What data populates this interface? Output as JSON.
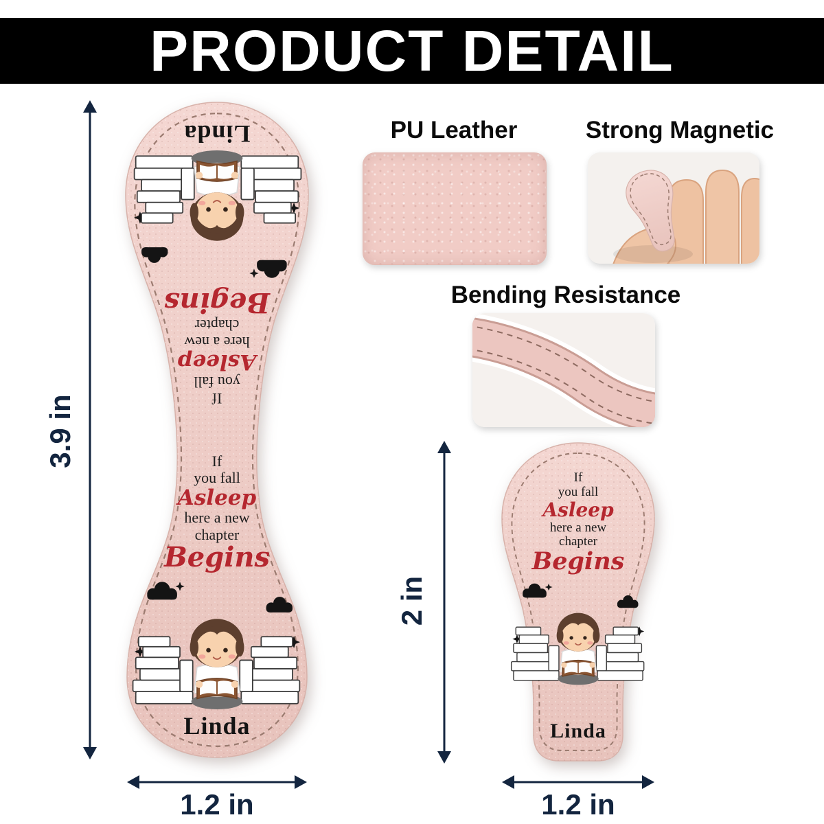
{
  "header": {
    "title": "PRODUCT DETAIL"
  },
  "features": {
    "pu_leather": {
      "label": "PU Leather"
    },
    "strong_magnetic": {
      "label": "Strong Magnetic"
    },
    "bending_resistance": {
      "label": "Bending Resistance"
    }
  },
  "bookmark": {
    "name": "Linda",
    "quote": {
      "line1": "If",
      "line2": "you fall",
      "script1": "Asleep",
      "line3": "here a new",
      "line4": "chapter",
      "script2": "Begins"
    }
  },
  "dimensions": {
    "unfolded_height": "3.9 in",
    "unfolded_width": "1.2 in",
    "folded_height": "2 in",
    "folded_width": "1.2 in"
  },
  "colors": {
    "leather_pink": "#eecdc7",
    "stitch_brown": "#9b7b70",
    "script_red": "#b5272f",
    "dimension_navy": "#13253f",
    "banner_black": "#000000"
  }
}
